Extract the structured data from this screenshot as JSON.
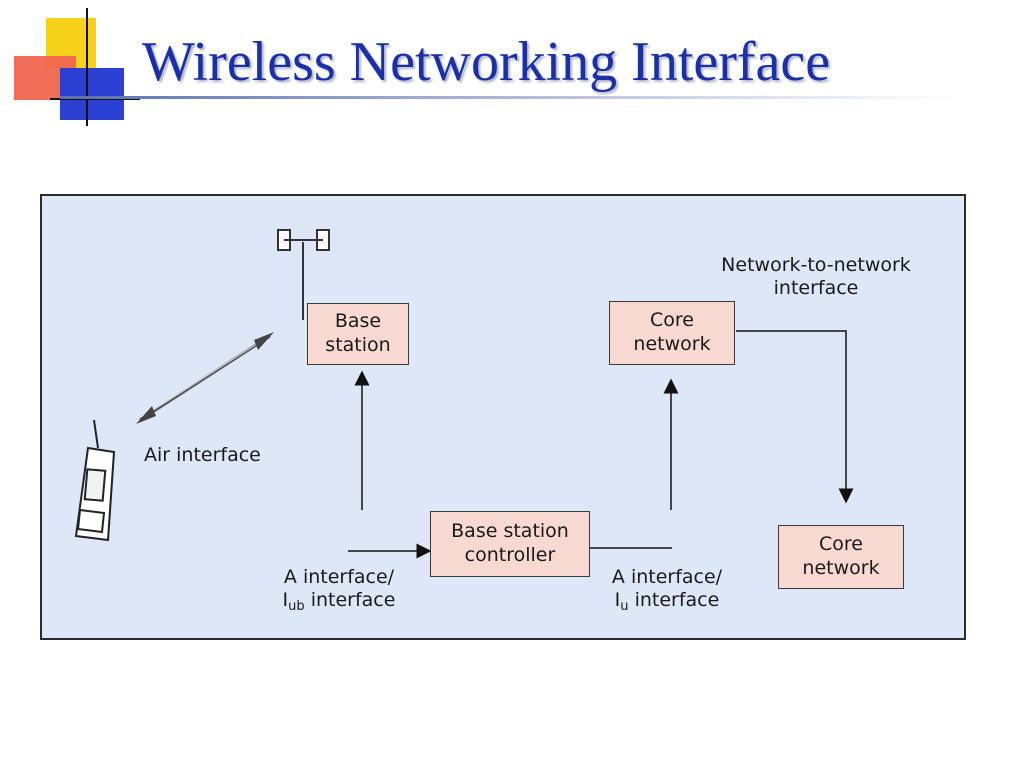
{
  "slide": {
    "title": "Wireless Networking Interface"
  },
  "diagram": {
    "base_station": {
      "line1": "Base",
      "line2": "station"
    },
    "core_network_top": {
      "line1": "Core",
      "line2": "network"
    },
    "core_network_right": {
      "line1": "Core",
      "line2": "network"
    },
    "bsc": {
      "line1": "Base station",
      "line2": "controller"
    },
    "labels": {
      "air_interface": "Air interface",
      "nni_line1": "Network-to-network",
      "nni_line2": "interface",
      "a_iub_line1": "A interface/",
      "a_iub_I": "I",
      "a_iub_sub": "ub",
      "a_iub_rest": " interface",
      "a_iu_line1": "A interface/",
      "a_iu_I": "I",
      "a_iu_sub": "u",
      "a_iu_rest": " interface"
    },
    "colors": {
      "panel": "#dde7f7",
      "box_fill": "#f7d9d2",
      "title": "#1b2fa8"
    }
  }
}
